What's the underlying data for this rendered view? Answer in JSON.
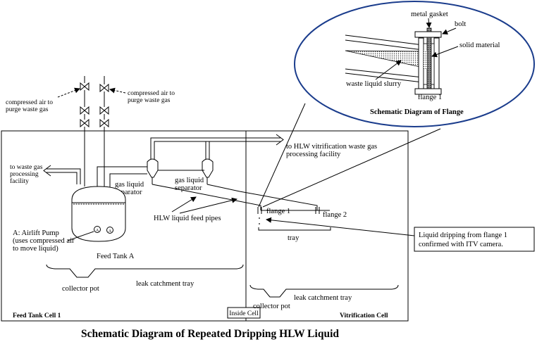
{
  "title": "Schematic Diagram of Repeated Dripping HLW Liquid",
  "labels": {
    "air_left_1": "compressed air to",
    "air_left_2": "purge waste gas",
    "air_right_1": "compressed air to",
    "air_right_2": "purge waste gas",
    "waste_gas_1": "to waste gas",
    "waste_gas_2": "processing",
    "waste_gas_3": "facility",
    "hlw_vit_1": "to HLW vitrification waste gas",
    "hlw_vit_2": "processing facility",
    "gls1_1": "gas liquid",
    "gls1_2": "separator",
    "gls2_1": "gas liquid",
    "gls2_2": "separator",
    "airlift_1": "A: Airlift Pump",
    "airlift_2": "(uses compressed air",
    "airlift_3": "to move liquid)",
    "feed_tank": "Feed Tank A",
    "feed_pipes": "HLW liquid feed pipes",
    "flange1": "flange 1",
    "flange2": "flange 2",
    "tray": "tray",
    "collector_pot_1": "collector pot",
    "leak_tray_1": "leak catchment tray",
    "collector_pot_2": "collector pot",
    "leak_tray_2": "leak catchment tray",
    "cell1": "Feed Tank Cell 1",
    "vit_cell": "Vitrification Cell",
    "inside_cell": "Inside Cell",
    "callout_1": "Liquid dripping from flange 1",
    "callout_2": "confirmed with ITV camera.",
    "pump_a": "A"
  },
  "inset": {
    "title": "Schematic Diagram of Flange",
    "metal_gasket": "metal gasket",
    "bolt": "bolt",
    "solid_material": "solid material",
    "slurry": "waste liquid slurry",
    "flange1": "flange 1"
  }
}
